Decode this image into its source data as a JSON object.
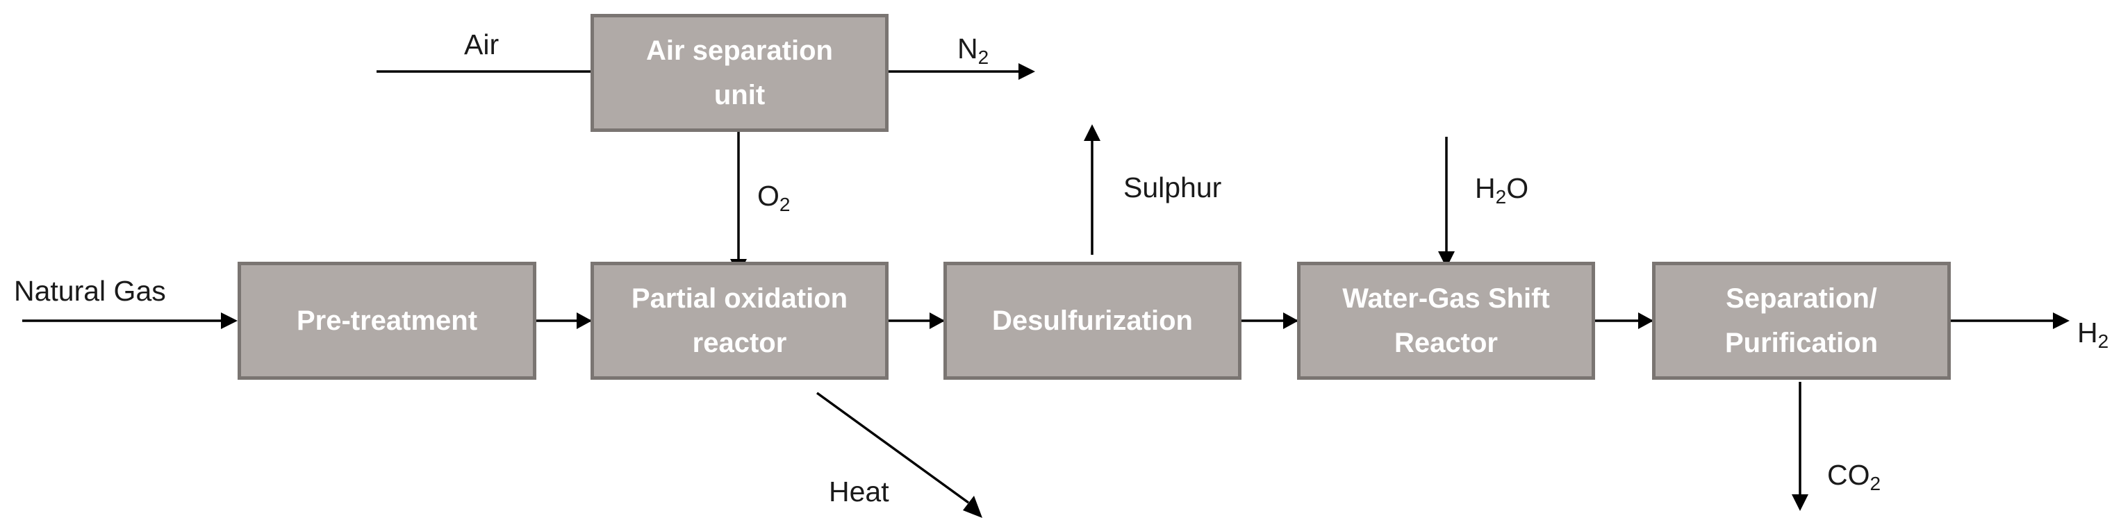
{
  "colors": {
    "box_fill": "#b0aaa7",
    "box_border": "#7a7572",
    "box_text": "#ffffff",
    "line": "#000000",
    "text": "#1a1a1a"
  },
  "boxes": {
    "air_separation": "Air separation\nunit",
    "pretreatment": "Pre-treatment",
    "partial_oxidation": "Partial oxidation\nreactor",
    "desulfurization": "Desulfurization",
    "water_gas_shift": "Water-Gas Shift\nReactor",
    "separation": "Separation/\nPurification"
  },
  "labels": {
    "air": "Air",
    "n2": {
      "base": "N",
      "sub": "2"
    },
    "o2": {
      "base": "O",
      "sub": "2"
    },
    "natural_gas": "Natural Gas",
    "sulphur": "Sulphur",
    "h2o": {
      "base": "H",
      "sub": "2",
      "tail": "O"
    },
    "heat": "Heat",
    "h2": {
      "base": "H",
      "sub": "2"
    },
    "co2": {
      "base": "CO",
      "sub": "2"
    }
  }
}
